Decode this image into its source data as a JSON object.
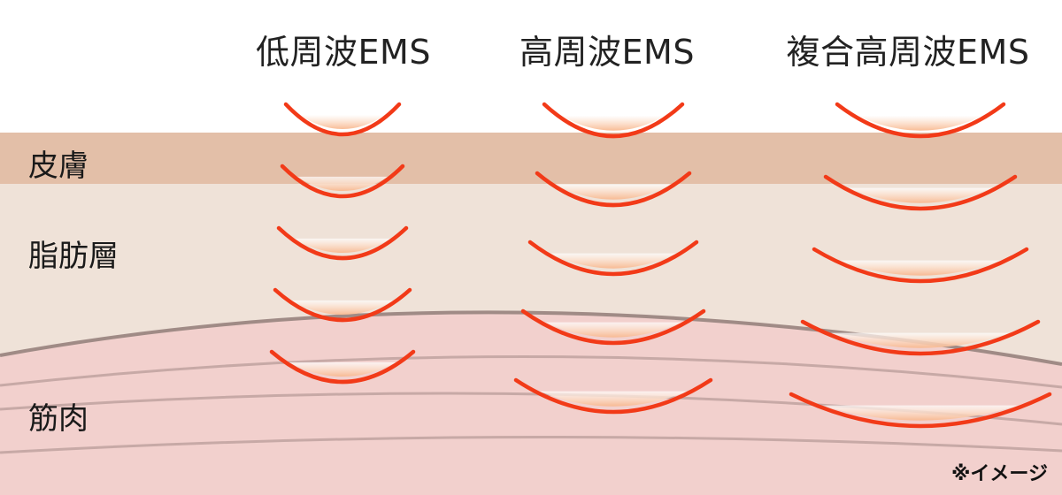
{
  "titles": {
    "low": "低周波EMS",
    "high": "高周波EMS",
    "composite": "複合高周波EMS"
  },
  "layers": {
    "skin": "皮膚",
    "fat": "脂肪層",
    "muscle": "筋肉"
  },
  "note": "※イメージ",
  "colors": {
    "background": "#ffffff",
    "skin": "#e3bfa8",
    "fat": "#efe2d8",
    "muscle": "#f2d0cd",
    "muscle_boundary": "#a08b86",
    "muscle_fiber": "#c7a9a6",
    "wave_stroke": "#f23a18",
    "wave_fill": "#fbd4b4"
  },
  "columns": [
    {
      "key": "low",
      "wave_count": 5
    },
    {
      "key": "high",
      "wave_count": 5
    },
    {
      "key": "composite",
      "wave_count": 5
    }
  ]
}
